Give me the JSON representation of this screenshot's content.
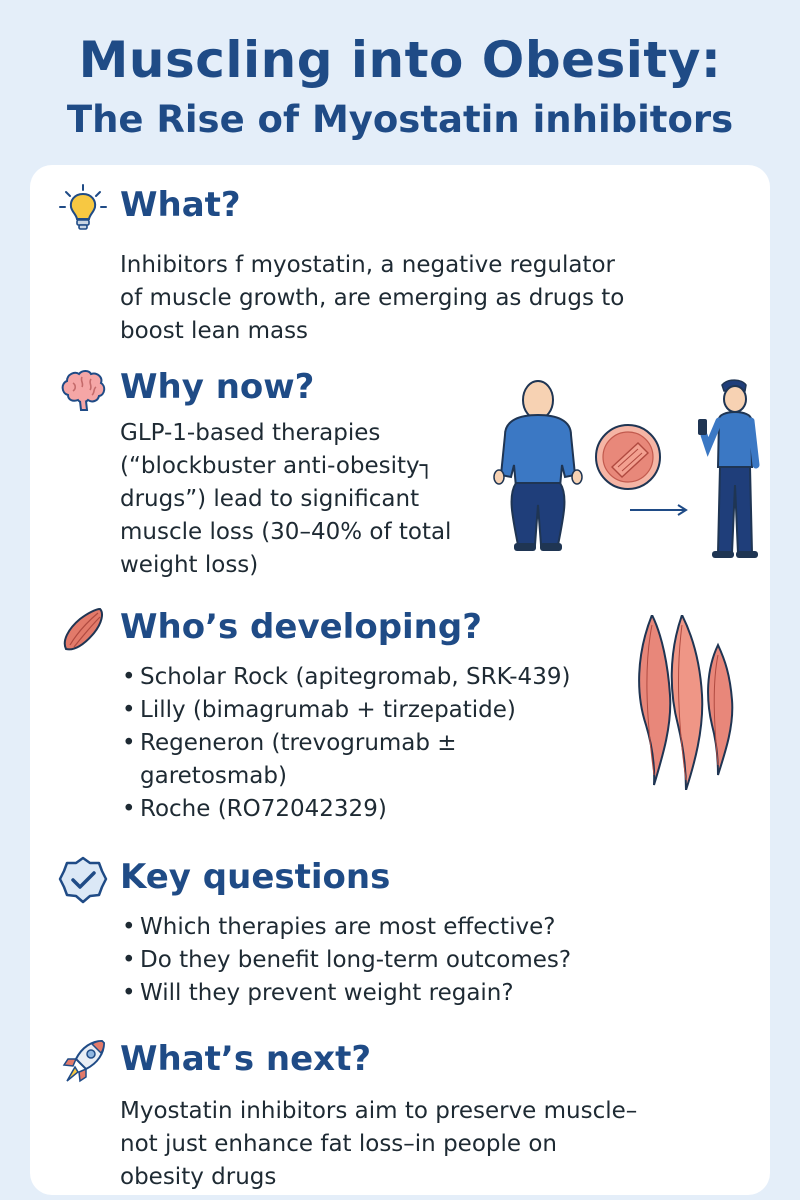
{
  "title": {
    "line1": "Muscling into Obesity:",
    "line2": "The Rise of Myostatin inhibitors"
  },
  "colors": {
    "background": "#e4eef9",
    "heading": "#1f4b86",
    "text": "#1e2a33",
    "muscle": "#e27a6a"
  },
  "sections": [
    {
      "icon": "lightbulb-icon",
      "heading": "What?",
      "lines": [
        "Inhibitors f myostatin, a negative regulator",
        "of muscle growth, are emerging as drugs to",
        "boost lean mass"
      ]
    },
    {
      "icon": "brain-icon",
      "heading": "Why now?",
      "lines": [
        "GLP-1-based therapies",
        "(“blockbuster anti-obesity┐",
        "drugs”) lead to significant",
        "muscle loss (30–40% of total",
        "weight loss)"
      ]
    },
    {
      "icon": "muscle-fiber-icon",
      "heading": "Who’s developing?",
      "bullets": [
        "Scholar Rock (apitegromab, SRK-439)",
        "Lilly (bimagrumab + tirzepatide)",
        "Regeneron (trevogrumab ± garetosmab)",
        "Roche (RO72042329)"
      ]
    },
    {
      "icon": "checkmark-badge-icon",
      "heading": "Key questions",
      "bullets": [
        "Which therapies are most effective?",
        "Do they benefit long-term outcomes?",
        "Will they prevent weight regain?"
      ]
    },
    {
      "icon": "rocket-icon",
      "heading": "What’s next?",
      "lines": [
        "Myostatin inhibitors aim to preserve muscle–",
        "not just enhance fat loss–in people on",
        "obesity drugs"
      ]
    }
  ]
}
